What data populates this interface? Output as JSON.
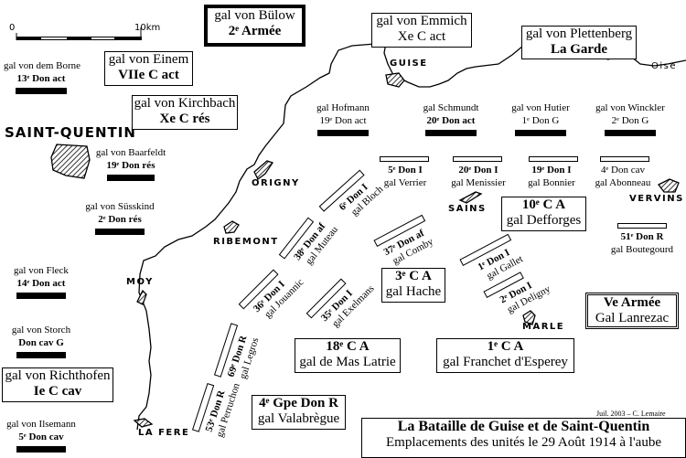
{
  "scale": {
    "start_label": "0",
    "end_label": "10km"
  },
  "river_label": "Oise",
  "towns": {
    "saint_quentin": "SAINT-QUENTIN",
    "guise": "GUISE",
    "origny": "ORIGNY",
    "ribemont": "RIBEMONT",
    "moy": "MOY",
    "la_fere": "LA FERE",
    "sains": "SAINS",
    "vervins": "VERVINS",
    "marle": "MARLE"
  },
  "command_boxes": {
    "bulow": {
      "line1": "gal von Bülow",
      "line2": "2ᵉ Armée"
    },
    "emmich": {
      "line1": "gal von Emmich",
      "line2": "Xe C act"
    },
    "plettenberg": {
      "line1": "gal von Plettenberg",
      "line2": "La Garde"
    },
    "einem": {
      "line1": "gal von Einem",
      "line2": "VIIe C act"
    },
    "kirchbach": {
      "line1": "gal von Kirchbach",
      "line2": "Xe C rés"
    },
    "richthofen": {
      "line1": "gal von Richthofen",
      "line2": "Ie C cav"
    },
    "defforges": {
      "line1": "10ᵉ C A",
      "line2": "gal Defforges"
    },
    "hache": {
      "line1": "3ᵉ C A",
      "line2": "gal Hache"
    },
    "mas_latrie": {
      "line1": "18ᵉ C A",
      "line2": "gal de Mas Latrie"
    },
    "franchet": {
      "line1": "1ᵉ C A",
      "line2": "gal Franchet d'Esperey"
    },
    "valabregue": {
      "line1": "4ᵉ Gpe Don R",
      "line2": "gal Valabrègue"
    },
    "lanrezac": {
      "line1": "Ve Armée",
      "line2": "Gal Lanrezac"
    }
  },
  "german_units": [
    {
      "general": "gal von dem Borne",
      "unit": "13ᵉ Don act"
    },
    {
      "general": "gal von Baarfeldt",
      "unit": "19ᵉ Don rés"
    },
    {
      "general": "gal von Süsskind",
      "unit": "2ᵉ Don rés"
    },
    {
      "general": "gal von Fleck",
      "unit": "14ᵉ Don act"
    },
    {
      "general": "gal von Storch",
      "unit": "Don cav G"
    },
    {
      "general": "gal von Ilsemann",
      "unit": "5ᵉ Don cav"
    },
    {
      "general": "gal Hofmann",
      "unit": "19ᵉ Don act"
    },
    {
      "general": "gal Schmundt",
      "unit": "20ᵉ Don act"
    },
    {
      "general": "gal von Hutier",
      "unit": "1ᵉ Don G"
    },
    {
      "general": "gal von Winckler",
      "unit": "2ᵉ Don G"
    }
  ],
  "french_units": [
    {
      "unit": "5ᵉ Don I",
      "general": "gal Verrier"
    },
    {
      "unit": "20ᵉ Don I",
      "general": "gal Menissier"
    },
    {
      "unit": "19ᵉ Don I",
      "general": "gal Bonnier"
    },
    {
      "unit": "4ᵉ Don cav",
      "general": "gal Abonneau"
    },
    {
      "unit": "51ᵉ Don R",
      "general": "gal Boutegourd"
    },
    {
      "unit": "6ᵉ Don I",
      "general": "gal Bloch"
    },
    {
      "unit": "37ᵉ Don af",
      "general": "gal Comby"
    },
    {
      "unit": "38ᵉ Don af",
      "general": "gal Muteau"
    },
    {
      "unit": "36ᵉ Don I",
      "general": "gal Jouannic"
    },
    {
      "unit": "35ᵉ Don I",
      "general": "gal Exelmans"
    },
    {
      "unit": "1ᵉ Don I",
      "general": "gal Gallet"
    },
    {
      "unit": "2ᵉ Don I",
      "general": "gal Deligny"
    },
    {
      "unit": "69ᵉ Don R",
      "general": "gal Legros"
    },
    {
      "unit": "53ᵉ Don R",
      "general": "gal Perruchon"
    }
  ],
  "credit": "Juil. 2003 – C. Lemaire",
  "title": {
    "main": "La Bataille de Guise et de Saint-Quentin",
    "subtitle": "Emplacements des unités le 29 Août 1914 à l'aube"
  }
}
